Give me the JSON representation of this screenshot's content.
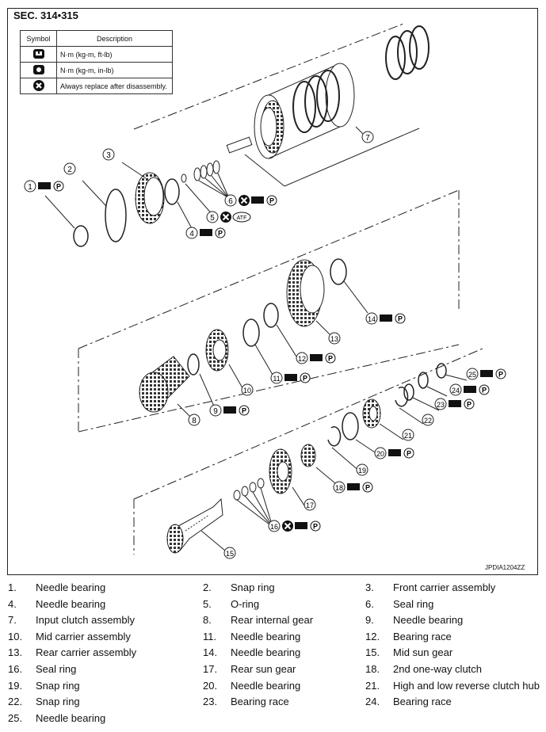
{
  "section": "SEC. 314•315",
  "symbol_table": {
    "headers": [
      "Symbol",
      "Description"
    ],
    "rows": [
      {
        "icon": "torque-wrench-icon",
        "description": "N·m (kg-m, ft-lb)"
      },
      {
        "icon": "torque-wrench-small-icon",
        "description": "N·m (kg-m, in-lb)"
      },
      {
        "icon": "replace-x-icon",
        "description": "Always replace after disassembly."
      }
    ]
  },
  "callout_suffix": {
    "atf": "ATF",
    "petrolatum": "P"
  },
  "diagram_code": "JPDIA1204ZZ",
  "parts": [
    {
      "num": "1.",
      "name": "Needle bearing"
    },
    {
      "num": "2.",
      "name": "Snap ring"
    },
    {
      "num": "3.",
      "name": "Front carrier assembly"
    },
    {
      "num": "4.",
      "name": "Needle bearing"
    },
    {
      "num": "5.",
      "name": "O-ring"
    },
    {
      "num": "6.",
      "name": "Seal ring"
    },
    {
      "num": "7.",
      "name": "Input clutch assembly"
    },
    {
      "num": "8.",
      "name": "Rear internal gear"
    },
    {
      "num": "9.",
      "name": "Needle bearing"
    },
    {
      "num": "10.",
      "name": "Mid carrier assembly"
    },
    {
      "num": "11.",
      "name": "Needle bearing"
    },
    {
      "num": "12.",
      "name": "Bearing race"
    },
    {
      "num": "13.",
      "name": "Rear carrier assembly"
    },
    {
      "num": "14.",
      "name": "Needle bearing"
    },
    {
      "num": "15.",
      "name": "Mid sun gear"
    },
    {
      "num": "16.",
      "name": "Seal ring"
    },
    {
      "num": "17.",
      "name": "Rear sun gear"
    },
    {
      "num": "18.",
      "name": "2nd one-way clutch"
    },
    {
      "num": "19.",
      "name": "Snap ring"
    },
    {
      "num": "20.",
      "name": "Needle bearing"
    },
    {
      "num": "21.",
      "name": "High and low reverse clutch hub"
    },
    {
      "num": "22.",
      "name": "Snap ring"
    },
    {
      "num": "23.",
      "name": "Bearing race"
    },
    {
      "num": "24.",
      "name": "Bearing race"
    },
    {
      "num": "25.",
      "name": "Needle bearing"
    }
  ],
  "callouts": [
    "1",
    "2",
    "3",
    "4",
    "5",
    "6",
    "7",
    "8",
    "9",
    "10",
    "11",
    "12",
    "13",
    "14",
    "15",
    "16",
    "17",
    "18",
    "19",
    "20",
    "21",
    "22",
    "23",
    "24",
    "25"
  ]
}
